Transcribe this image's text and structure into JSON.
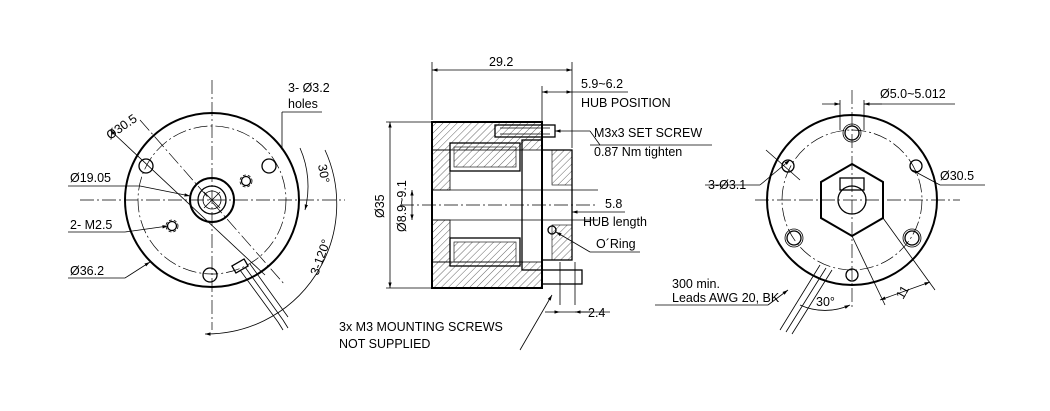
{
  "left_view": {
    "d_outer": "Ø36.2",
    "d_bolt": "Ø30.5",
    "d_inner": "Ø19.05",
    "holes_count": "3- Ø3.2",
    "holes_word": "holes",
    "thread": "2- M2.5",
    "angle_30": "30°",
    "angle_120": "3-120°"
  },
  "side_view": {
    "length": "29.2",
    "hub_pos_value": "5.9~6.2",
    "hub_pos_label": "HUB POSITION",
    "set_screw": "M3x3 SET SCREW",
    "torque": "0.87 Nm tighten",
    "dia_body": "Ø35",
    "dia_bore": "Ø8.9~9.1",
    "hub_len_value": "5.8",
    "hub_len_label": "HUB length",
    "oring": "O´Ring",
    "screws_line1": "3x M3 MOUNTING SCREWS",
    "screws_line2": "NOT SUPPLIED",
    "flange_thk": "2.4"
  },
  "right_view": {
    "shaft_dia": "Ø5.0~5.012",
    "holes": "3-Ø3.1",
    "bolt_dia": "Ø30.5",
    "leads_line1": "300 min.",
    "leads_line2": "Leads  AWG 20, BK",
    "angle": "30°",
    "hex": "11"
  }
}
